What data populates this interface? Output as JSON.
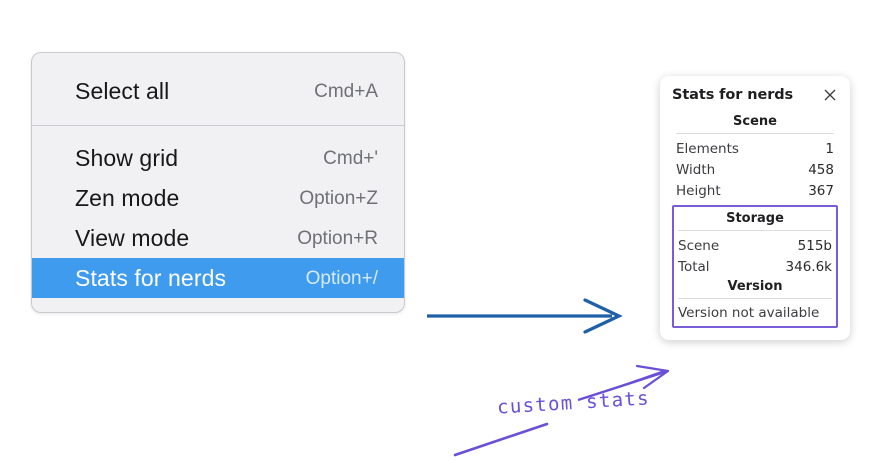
{
  "context_menu": {
    "sections": [
      {
        "items": [
          {
            "label": "Select all",
            "shortcut": "Cmd+A",
            "selected": false
          }
        ]
      },
      {
        "items": [
          {
            "label": "Show grid",
            "shortcut": "Cmd+'",
            "selected": false
          },
          {
            "label": "Zen mode",
            "shortcut": "Option+Z",
            "selected": false
          },
          {
            "label": "View mode",
            "shortcut": "Option+R",
            "selected": false
          },
          {
            "label": "Stats for nerds",
            "shortcut": "Option+/",
            "selected": true
          }
        ]
      }
    ]
  },
  "stats_panel": {
    "title": "Stats for nerds",
    "close_icon": "close-icon",
    "sections": [
      {
        "name": "scene",
        "heading": "Scene",
        "boxed": false,
        "rows": [
          {
            "label": "Elements",
            "value": "1"
          },
          {
            "label": "Width",
            "value": "458"
          },
          {
            "label": "Height",
            "value": "367"
          }
        ]
      },
      {
        "name": "storage",
        "heading": "Storage",
        "boxed": true,
        "rows": [
          {
            "label": "Scene",
            "value": "515b"
          },
          {
            "label": "Total",
            "value": "346.6k"
          }
        ]
      },
      {
        "name": "version",
        "heading": "Version",
        "boxed": true,
        "text": "Version not available"
      }
    ]
  },
  "annotations": {
    "handwritten_label": "custom stats",
    "colors": {
      "menu_highlight": "#3f9bee",
      "flow_arrow": "#1f5fa8",
      "annotation_purple": "#6b4fd6",
      "highlight_box": "#7a5cd6"
    }
  }
}
